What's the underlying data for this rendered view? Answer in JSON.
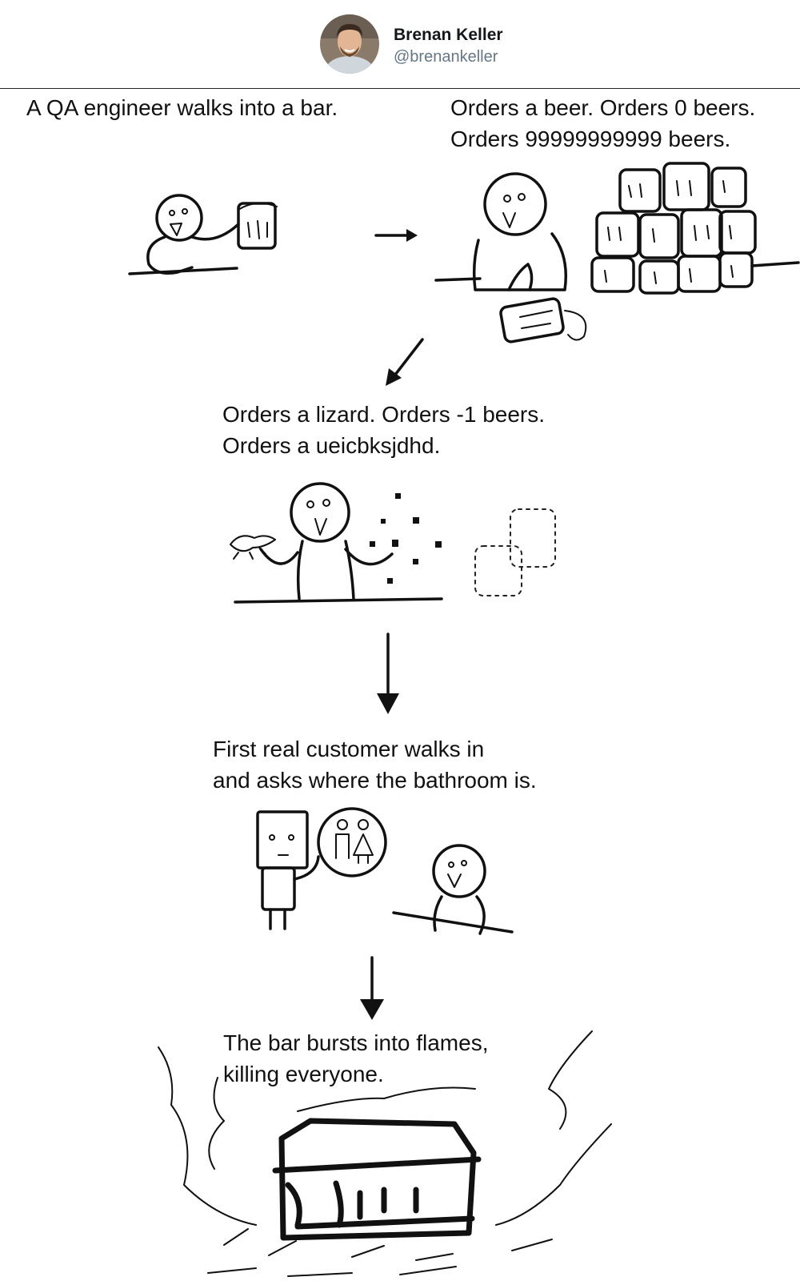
{
  "author": {
    "name": "Brenan Keller",
    "handle": "@brenankeller"
  },
  "panels": [
    {
      "caption": "A QA engineer walks into a bar."
    },
    {
      "caption": "Orders a beer. Orders 0 beers.\nOrders 99999999999 beers."
    },
    {
      "caption": "Orders a lizard. Orders -1 beers.\nOrders a ueicbksjdhd."
    },
    {
      "caption": "First real customer walks in\nand asks where the bathroom is."
    },
    {
      "caption": "The bar bursts into flames,\nkilling everyone."
    }
  ],
  "icons": [
    "avatar-photo",
    "arrow-icon",
    "beer-mug-icon",
    "lizard-icon",
    "restroom-sign-icon",
    "flames-icon"
  ]
}
